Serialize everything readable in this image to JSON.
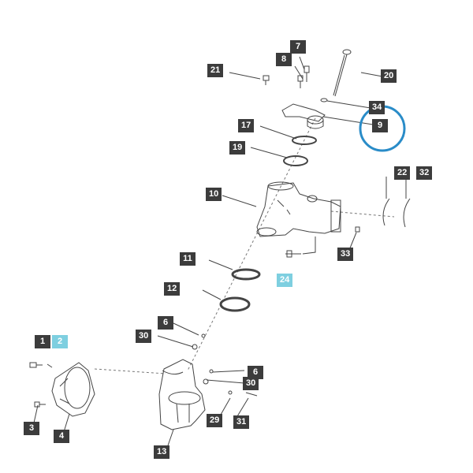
{
  "diagram": {
    "parts": [
      {
        "id": "p21",
        "label": "21"
      },
      {
        "id": "p8",
        "label": "8"
      },
      {
        "id": "p7",
        "label": "7"
      },
      {
        "id": "p20",
        "label": "20"
      },
      {
        "id": "p34",
        "label": "34"
      },
      {
        "id": "p9",
        "label": "9"
      },
      {
        "id": "p17",
        "label": "17"
      },
      {
        "id": "p19",
        "label": "19"
      },
      {
        "id": "p22",
        "label": "22"
      },
      {
        "id": "p32",
        "label": "32"
      },
      {
        "id": "p10",
        "label": "10"
      },
      {
        "id": "p33",
        "label": "33"
      },
      {
        "id": "p11",
        "label": "11"
      },
      {
        "id": "p24",
        "label": "24",
        "highlight": true
      },
      {
        "id": "p12",
        "label": "12"
      },
      {
        "id": "p6a",
        "label": "6"
      },
      {
        "id": "p30a",
        "label": "30"
      },
      {
        "id": "p1",
        "label": "1"
      },
      {
        "id": "p2",
        "label": "2",
        "highlight": true
      },
      {
        "id": "p6b",
        "label": "6"
      },
      {
        "id": "p30b",
        "label": "30"
      },
      {
        "id": "p29",
        "label": "29"
      },
      {
        "id": "p31",
        "label": "31"
      },
      {
        "id": "p3",
        "label": "3"
      },
      {
        "id": "p4",
        "label": "4"
      },
      {
        "id": "p13",
        "label": "13"
      }
    ],
    "callout_circle_color": "#2a8cc8",
    "label_color": "#3c3c3c",
    "highlight_color": "#7ecfe0"
  }
}
